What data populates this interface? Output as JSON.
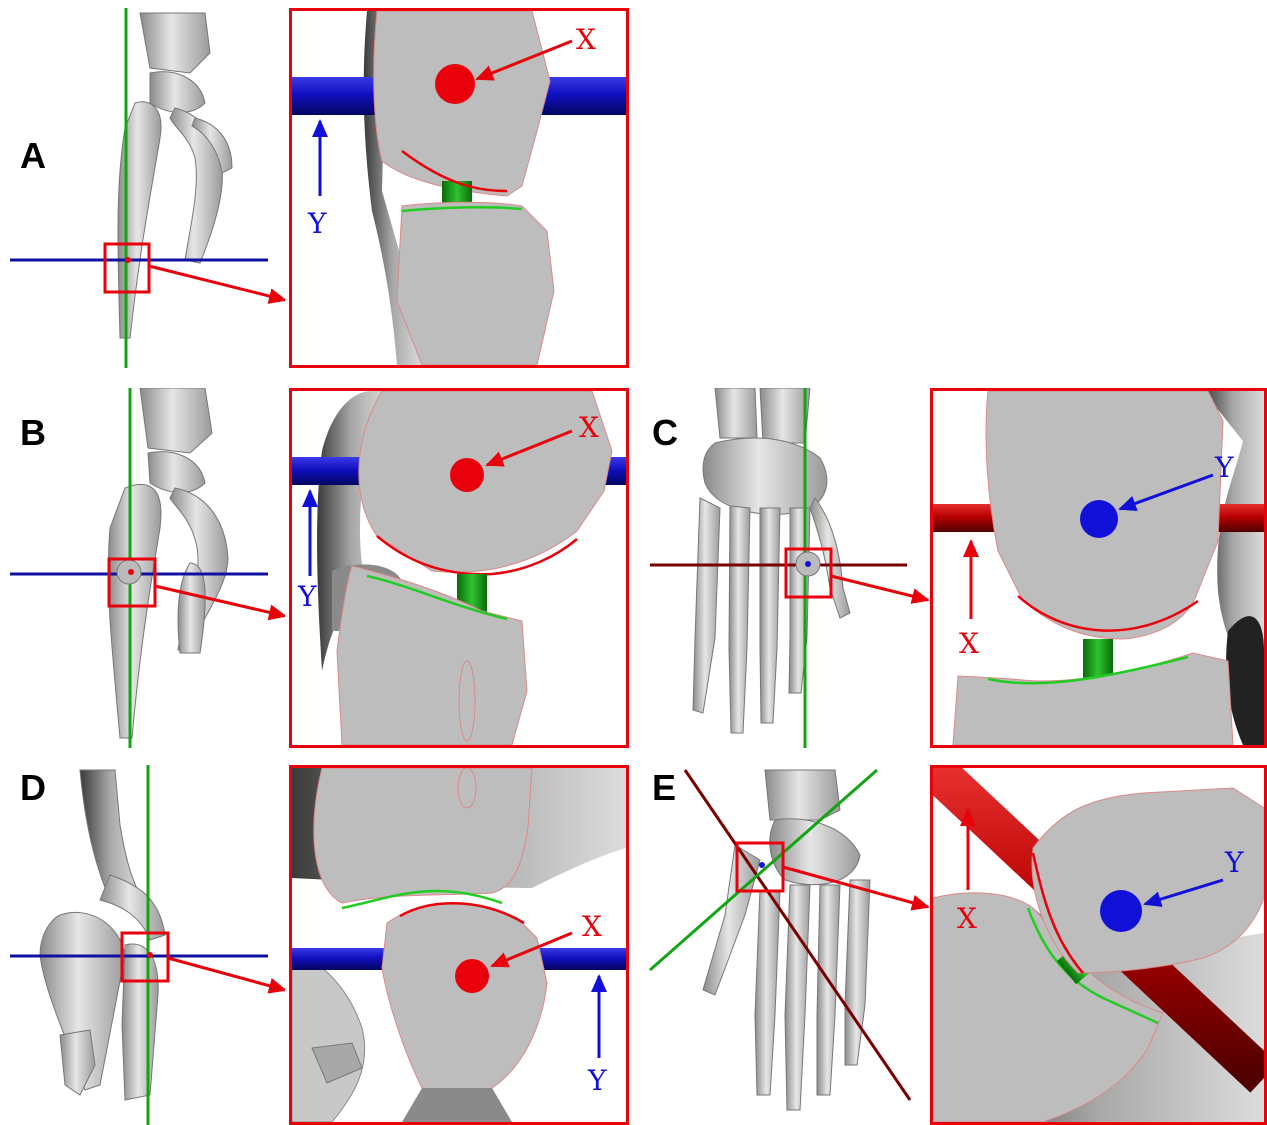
{
  "colors": {
    "frame": "#e8000b",
    "x_axis": "#e8000b",
    "y_axis": "#1010d8",
    "z_axis": "#13a413",
    "surface_line": "#22cc22",
    "bone": "#c6c6c6",
    "bone_dark": "#7a7a7a",
    "section": "#b9b9b9"
  },
  "panels": [
    {
      "id": "A",
      "letter": "A",
      "label_1": "X",
      "label_2": "Y",
      "marked_axis": "X",
      "rotation_axis": "Y"
    },
    {
      "id": "B",
      "letter": "B",
      "label_1": "X",
      "label_2": "Y",
      "marked_axis": "X",
      "rotation_axis": "Y"
    },
    {
      "id": "C",
      "letter": "C",
      "label_1": "Y",
      "label_2": "X",
      "marked_axis": "Y",
      "rotation_axis": "X"
    },
    {
      "id": "D",
      "letter": "D",
      "label_1": "X",
      "label_2": "Y",
      "marked_axis": "X",
      "rotation_axis": "Y"
    },
    {
      "id": "E",
      "letter": "E",
      "label_1": "Y",
      "label_2": "X",
      "marked_axis": "Y",
      "rotation_axis": "X"
    }
  ],
  "icons": {
    "thumbnail": "hand-skeleton-icon",
    "callout": "arrow-right-icon"
  }
}
